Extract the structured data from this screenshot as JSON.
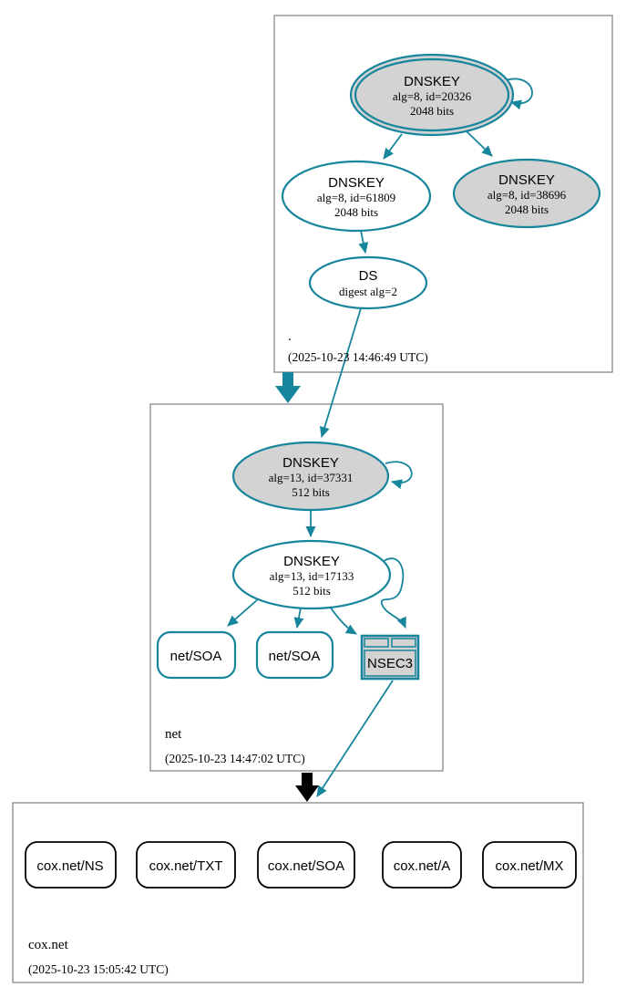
{
  "colors": {
    "teal": "#17859b",
    "grayfill": "#d3d3d3",
    "black": "#000000",
    "box_border": "#7e7e7e"
  },
  "zones": {
    "root": {
      "label": ".",
      "timestamp": "(2025-10-23 14:46:49 UTC)",
      "nodes": {
        "ksk": {
          "title": "DNSKEY",
          "line2": "alg=8, id=20326",
          "line3": "2048 bits"
        },
        "zsk": {
          "title": "DNSKEY",
          "line2": "alg=8, id=61809",
          "line3": "2048 bits"
        },
        "ksk2": {
          "title": "DNSKEY",
          "line2": "alg=8, id=38696",
          "line3": "2048 bits"
        },
        "ds": {
          "title": "DS",
          "line2": "digest alg=2"
        }
      }
    },
    "net": {
      "label": "net",
      "timestamp": "(2025-10-23 14:47:02 UTC)",
      "nodes": {
        "ksk": {
          "title": "DNSKEY",
          "line2": "alg=13, id=37331",
          "line3": "512 bits"
        },
        "zsk": {
          "title": "DNSKEY",
          "line2": "alg=13, id=17133",
          "line3": "512 bits"
        },
        "soa1": {
          "label": "net/SOA"
        },
        "soa2": {
          "label": "net/SOA"
        },
        "nsec3": {
          "label": "NSEC3"
        }
      }
    },
    "coxnet": {
      "label": "cox.net",
      "timestamp": "(2025-10-23 15:05:42 UTC)",
      "nodes": {
        "ns": {
          "label": "cox.net/NS"
        },
        "txt": {
          "label": "cox.net/TXT"
        },
        "soa": {
          "label": "cox.net/SOA"
        },
        "a": {
          "label": "cox.net/A"
        },
        "mx": {
          "label": "cox.net/MX"
        }
      }
    }
  }
}
